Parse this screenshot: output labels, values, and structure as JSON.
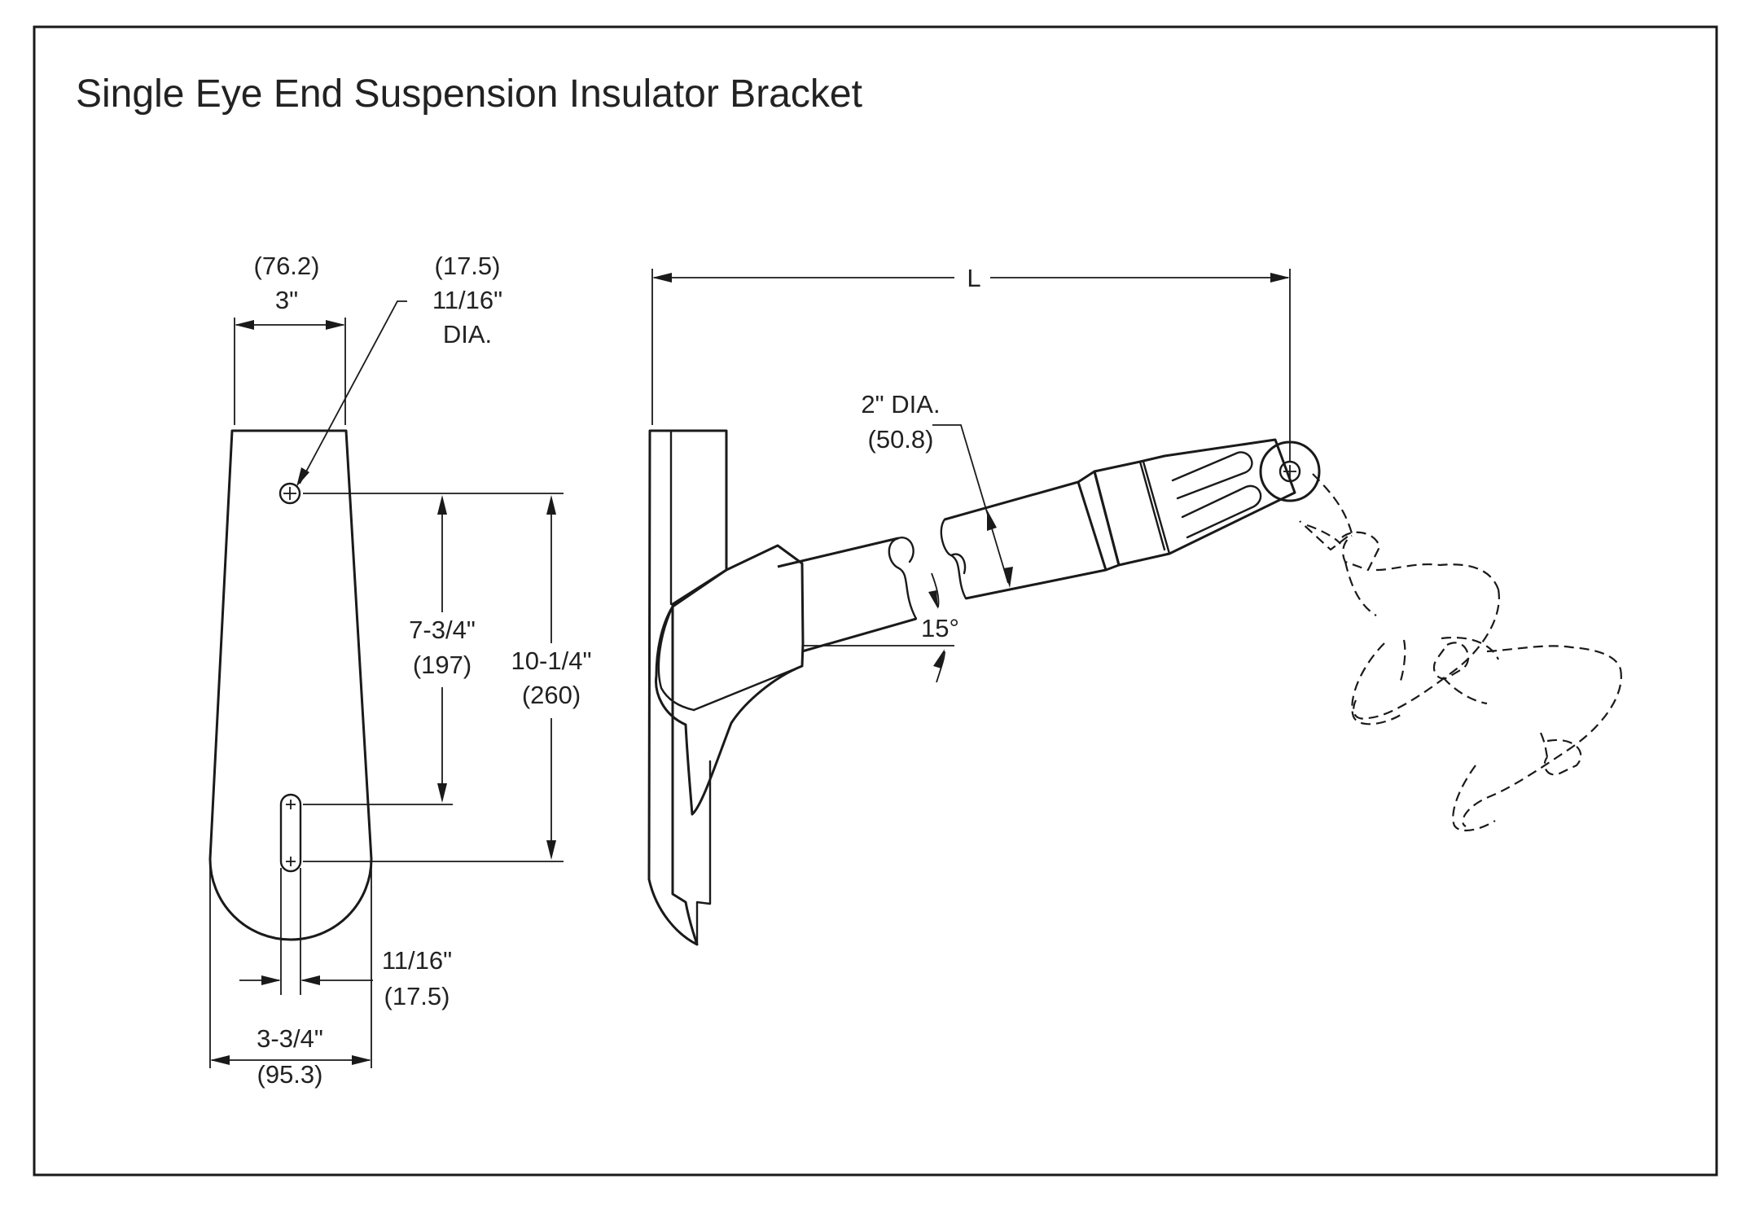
{
  "title": "Single Eye End Suspension Insulator Bracket",
  "front_view": {
    "top_width_mm": "(76.2)",
    "top_width_in": "3\"",
    "hole_mm": "(17.5)",
    "hole_in": "11/16\"",
    "hole_dia": "DIA.",
    "spacing_short_in": "7-3/4\"",
    "spacing_short_mm": "(197)",
    "spacing_long_in": "10-1/4\"",
    "spacing_long_mm": "(260)",
    "slot_in": "11/16\"",
    "slot_mm": "(17.5)",
    "bottom_width_in": "3-3/4\"",
    "bottom_width_mm": "(95.3)"
  },
  "side_view": {
    "length_label": "L",
    "pipe_dia_in": "2\" DIA.",
    "pipe_dia_mm": "(50.8)",
    "angle": "15°"
  }
}
